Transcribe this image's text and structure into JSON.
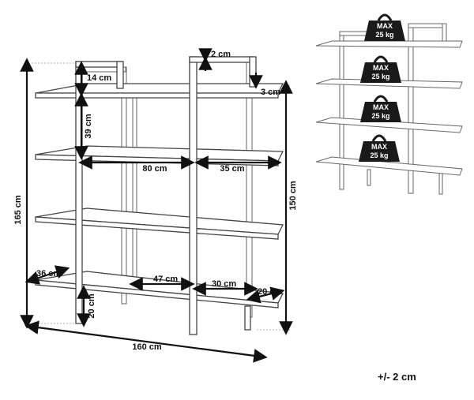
{
  "dimensions": {
    "height_total": "165 cm",
    "height_side": "150 cm",
    "width_total": "160 cm",
    "inner_width": "80 cm",
    "side_width": "35 cm",
    "top_gap": "14 cm",
    "shelf_spacing": "39 cm",
    "cap_height": "2 cm",
    "overhang": "3 cm",
    "depth_left": "36 cm",
    "depth_right": "20 cm",
    "bottom_mid": "47 cm",
    "bottom_right": "30 cm",
    "floor_gap": "20 cm"
  },
  "load": {
    "max_label": "MAX",
    "weight": "25 kg",
    "shelf_count": 4
  },
  "tolerance": "+/- 2 cm",
  "colors": {
    "line": "#444444",
    "weight_fill": "#1a1a1a",
    "text": "#111111"
  }
}
